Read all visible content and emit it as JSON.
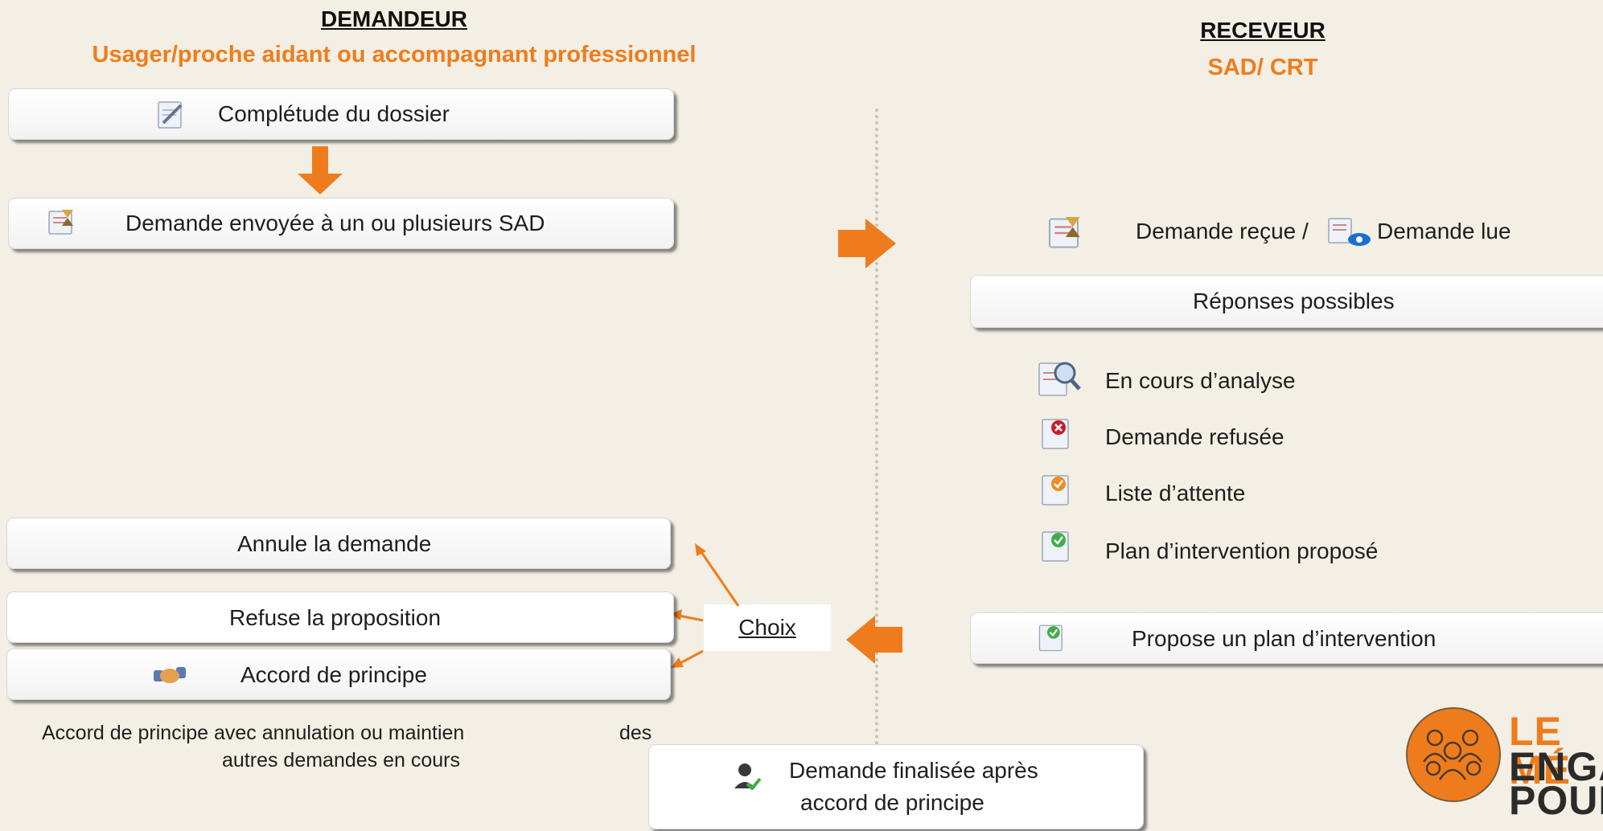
{
  "left": {
    "heading": "DEMANDEUR",
    "subheading": "Usager/proche aidant ou accompagnant professionnel",
    "box1": "Complétude du dossier",
    "box2": "Demande envoyée à un ou plusieurs SAD",
    "cancel": "Annule la demande",
    "refuse": "Refuse la proposition",
    "accord": "Accord de principe",
    "note_line1": "Accord de principe avec annulation ou maintien",
    "note_des": "des",
    "note_line2": "autres demandes en cours"
  },
  "right": {
    "heading": "RECEVEUR",
    "subheading": "SAD/ CRT",
    "received": "Demande reçue /",
    "read": "Demande lue",
    "responses_title": "Réponses possibles",
    "responses": [
      {
        "label": "En cours d’analyse",
        "icon": "magnifier-document-icon"
      },
      {
        "label": "Demande refusée",
        "icon": "red-x-document-icon"
      },
      {
        "label": "Liste d’attente",
        "icon": "orange-check-document-icon"
      },
      {
        "label": "Plan d’intervention proposé",
        "icon": "green-check-document-icon"
      }
    ],
    "propose": "Propose un plan d’intervention"
  },
  "center": {
    "choice": "Choix",
    "final_line1": "Demande finalisée après",
    "final_line2": "accord de principe"
  },
  "logo": {
    "line1": "LE MÉ",
    "line2": "ENGA",
    "line3": "POUR"
  },
  "colors": {
    "background": "#f4efe4",
    "accent": "#ef7c1c"
  }
}
